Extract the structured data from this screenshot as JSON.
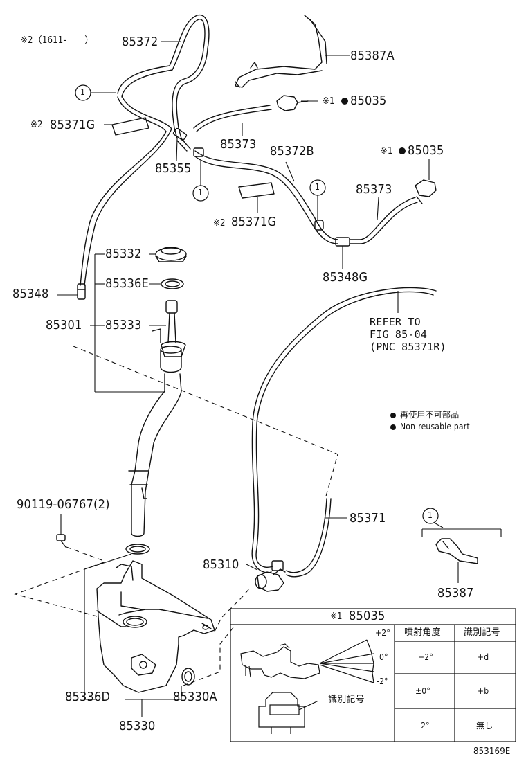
{
  "labels": {
    "note_2_1611": "※2（1611-　　）",
    "p85372": "85372",
    "p85387A": "85387A",
    "p85035_top": "85035",
    "p85035_top_prefix": "※1",
    "p85371G_top": "85371G",
    "p85371G_top_prefix": "※2",
    "p85373_a": "85373",
    "p85372B": "85372B",
    "p85355": "85355",
    "p85035_mid": "85035",
    "p85035_mid_prefix": "※1",
    "p85373_b": "85373",
    "p85371G_mid": "85371G",
    "p85371G_mid_prefix": "※2",
    "p85348G": "85348G",
    "p85332": "85332",
    "p85336E": "85336E",
    "p85348": "85348",
    "p85301": "85301",
    "p85333": "85333",
    "refer_text": "REFER TO\nFIG 85-04\n(PNC 85371R)",
    "bolt": "90119-06767(2)",
    "p85371": "85371",
    "p85310": "85310",
    "p85387": "85387",
    "p85336D": "85336D",
    "p85330A": "85330A",
    "p85330": "85330",
    "callout": "1",
    "legend_jp": "再使用不可部品",
    "legend_en": "Non-reusable part",
    "figure_code": "853169E"
  },
  "detail_table": {
    "title_prefix": "※1",
    "title": "85035",
    "angle_plus": "+2°",
    "angle_zero": "0°",
    "angle_minus": "-2°",
    "mark_label": "識別記号",
    "headers": [
      "噴射角度",
      "識別記号"
    ],
    "rows": [
      [
        "+2°",
        "+d"
      ],
      [
        "±0°",
        "+b"
      ],
      [
        "-2°",
        "無し"
      ]
    ]
  }
}
